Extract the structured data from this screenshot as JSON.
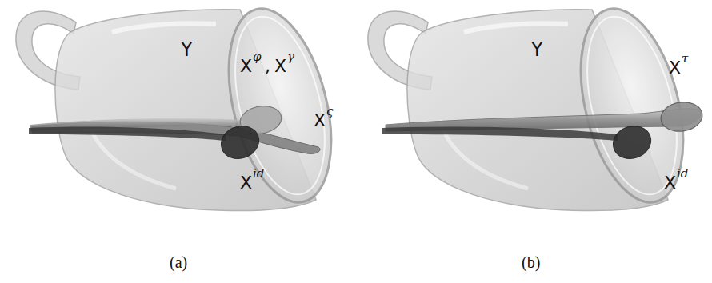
{
  "diagram": {
    "labels": [
      "Y",
      "X",
      "φ",
      ",",
      "X",
      "γ",
      "X",
      "ς",
      "X",
      "id",
      "(a)",
      "Y",
      "X",
      "τ",
      "X",
      "id",
      "(b)"
    ]
  }
}
